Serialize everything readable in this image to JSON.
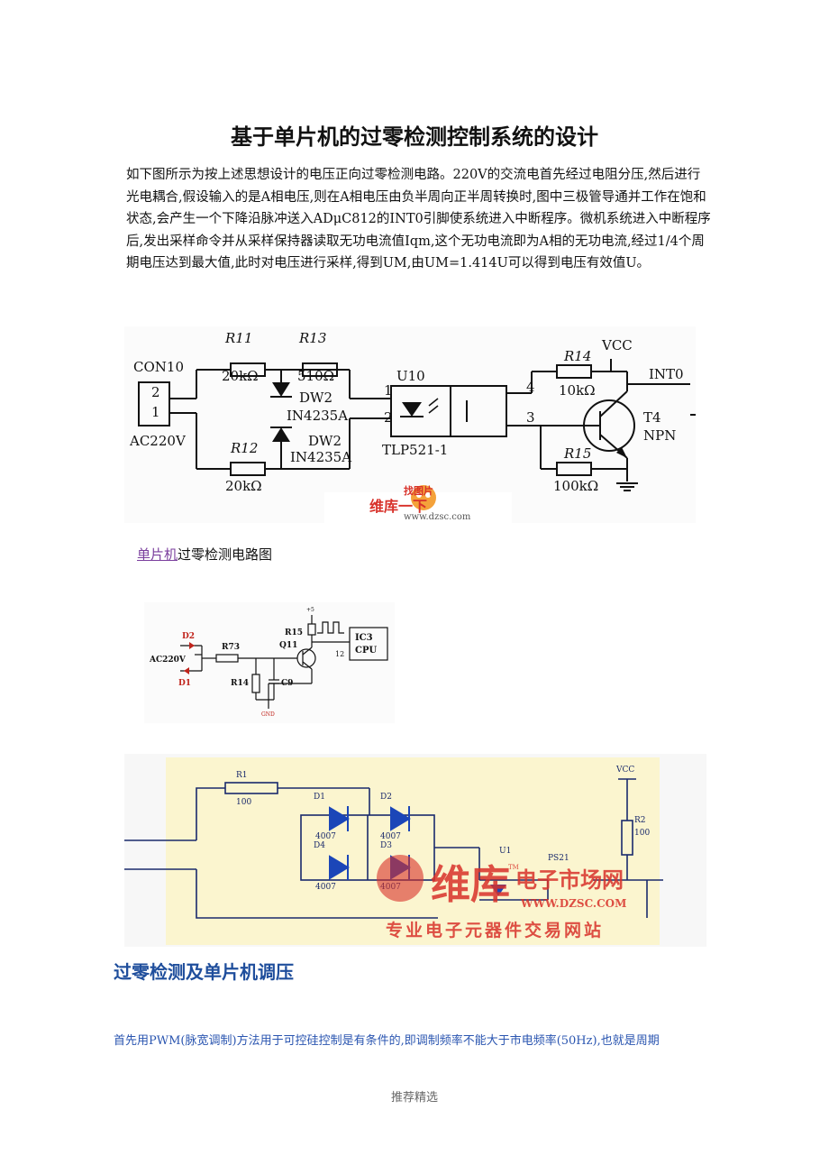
{
  "document": {
    "title": "基于单片机的过零检测控制系统的设计",
    "intro_paragraph": "如下图所示为按上述思想设计的电压正向过零检测电路。220V的交流电首先经过电阻分压,然后进行光电耦合,假设输入的是A相电压,则在A相电压由负半周向正半周转换时,图中三极管导通并工作在饱和状态,会产生一个下降沿脉冲送入ADμC812的INT0引脚使系统进入中断程序。微机系统进入中断程序后,发出采样命令并从采样保持器读取无功电流值Iqm,这个无功电流即为A相的无功电流,经过1/4个周期电压达到最大值,此时对电压进行采样,得到UM,由UM=1.414U可以得到电压有效值U。",
    "caption_link": "单片机",
    "caption_rest": "过零检测电路图",
    "section_heading": "过零检测及单片机调压",
    "section_paragraph": "首先用PWM(脉宽调制)方法用于可控硅控制是有条件的,即调制频率不能大于市电频率(50Hz),也就是周期",
    "footer": "推荐精选"
  },
  "figure1": {
    "labels": {
      "con": "CON10",
      "pin2": "2",
      "pin1": "1",
      "ac": "AC220V",
      "r11": "R11",
      "r11v": "20kΩ",
      "r12": "R12",
      "r12v": "20kΩ",
      "r13": "R13",
      "r13v": "510Ω",
      "dw2a": "DW2",
      "dw2a_part": "IN4235A",
      "dw2b": "DW2",
      "dw2b_part": "IN4235A",
      "u10": "U10",
      "u10_part": "TLP521-1",
      "u_pin1": "1",
      "u_pin2": "2",
      "u_pin4": "4",
      "u_pin3": "3",
      "r14": "R14",
      "r14v": "10kΩ",
      "vcc": "VCC",
      "int0": "INT0",
      "t4": "T4",
      "npn": "NPN",
      "r15": "R15",
      "r15v": "100kΩ"
    },
    "watermark": {
      "top": "找图片",
      "main": "维库一下",
      "url": "www.dzsc.com"
    }
  },
  "figure2": {
    "labels": {
      "d2": "D2",
      "d1": "D1",
      "ac": "AC220V",
      "r73": "R73",
      "r14": "R14",
      "c9": "C9",
      "r15": "R15",
      "q11": "Q11",
      "ic3": "IC3",
      "cpu": "CPU",
      "pin12": "12",
      "plus": "+5",
      "gnd": "GND"
    }
  },
  "figure3": {
    "labels": {
      "r1": "R1",
      "r1v": "100",
      "d1": "D1",
      "d2": "D2",
      "d3": "D3",
      "d4": "D4",
      "d1v": "4007",
      "d2v": "4007",
      "d3v": "4007",
      "d4v": "4007",
      "u1": "U1",
      "ps21": "PS21",
      "vcc": "VCC",
      "r2": "R2",
      "r2v": "100"
    },
    "watermark": {
      "brand": "维库",
      "market": "电子市场网",
      "tm": "TM",
      "url": "WWW.DZSC.COM",
      "slogan": "专业电子元器件交易网站"
    }
  },
  "colors": {
    "heading_blue": "#1f4e9c",
    "body_blue": "#2a55b0",
    "link_purple": "#7a3e9d",
    "fig2_red": "#c0241c",
    "fig3_bg": "#fbf5cf",
    "diode_blue": "#1b46b8",
    "watermark_red": "#d8312a"
  }
}
